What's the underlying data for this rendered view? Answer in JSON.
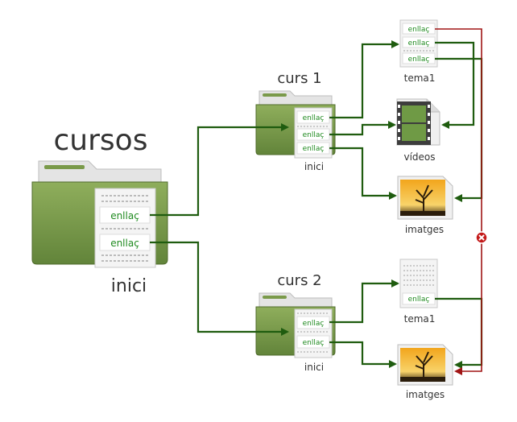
{
  "root": {
    "title": "cursos",
    "index_label": "inici",
    "links": [
      "enllaç",
      "enllaç"
    ]
  },
  "courses": [
    {
      "title": "curs 1",
      "index_label": "inici",
      "links": [
        "enllaç",
        "enllaç",
        "enllaç"
      ],
      "files": [
        {
          "label": "tema1",
          "kind": "document",
          "links": [
            "enllaç",
            "enllaç",
            "enllaç"
          ]
        },
        {
          "label": "vídeos",
          "kind": "video"
        },
        {
          "label": "imatges",
          "kind": "image"
        }
      ]
    },
    {
      "title": "curs 2",
      "index_label": "inici",
      "links": [
        "enllaç",
        "enllaç"
      ],
      "files": [
        {
          "label": "tema1",
          "kind": "document",
          "links": [
            "enllaç"
          ]
        },
        {
          "label": "imatges",
          "kind": "image"
        }
      ]
    }
  ],
  "colors": {
    "folder": "#7a9a4a",
    "folder_dark": "#5c7a34",
    "link_arrow": "#1f5c0f",
    "broken_link": "#a01515",
    "link_text": "#1f8a1f"
  },
  "icons": [
    "folder-icon",
    "document-icon",
    "video-file-icon",
    "image-file-icon",
    "broken-link-icon"
  ]
}
